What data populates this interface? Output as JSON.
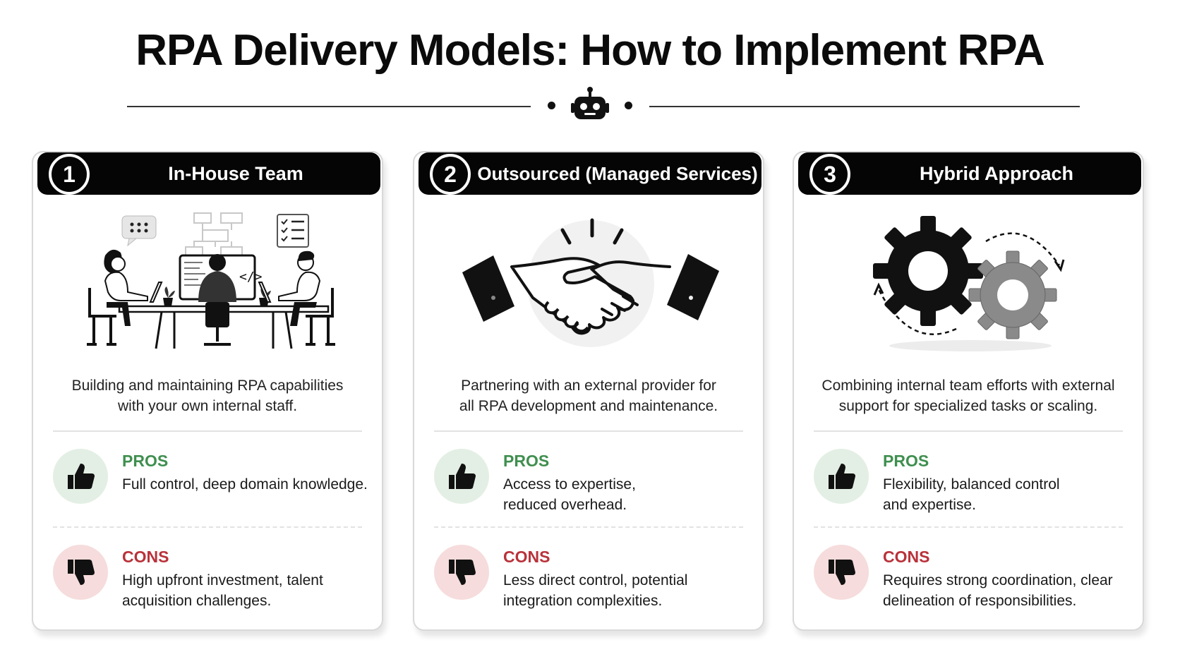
{
  "title": "RPA Delivery Models: How to Implement RPA",
  "header_icon": "robot-icon",
  "colors": {
    "pros": "#3f8f4f",
    "cons": "#b9323a",
    "pros_bg": "#e3efe4",
    "cons_bg": "#f6dcdc",
    "header_bg": "#050505"
  },
  "cards": [
    {
      "number": "1",
      "title": "In-House Team",
      "illustration": "team-at-desk",
      "description_lines": [
        "Building and maintaining RPA capabilities",
        "with your own internal staff."
      ],
      "pros_label": "PROS",
      "pros_lines": [
        "Full control, deep domain knowledge."
      ],
      "cons_label": "CONS",
      "cons_lines": [
        "High upfront investment, talent",
        "acquisition challenges."
      ]
    },
    {
      "number": "2",
      "title": "Outsourced (Managed Services)",
      "illustration": "handshake",
      "description_lines": [
        "Partnering with an external provider for",
        "all RPA development and maintenance."
      ],
      "pros_label": "PROS",
      "pros_lines": [
        "Access to expertise,",
        "reduced overhead."
      ],
      "cons_label": "CONS",
      "cons_lines": [
        "Less direct control, potential",
        "integration complexities."
      ]
    },
    {
      "number": "3",
      "title": "Hybrid Approach",
      "illustration": "interlocking-gears",
      "description_lines": [
        "Combining internal team efforts with external",
        "support for specialized tasks or scaling."
      ],
      "pros_label": "PROS",
      "pros_lines": [
        "Flexibility, balanced control",
        "and expertise."
      ],
      "cons_label": "CONS",
      "cons_lines": [
        "Requires strong coordination, clear",
        "delineation of responsibilities."
      ]
    }
  ]
}
